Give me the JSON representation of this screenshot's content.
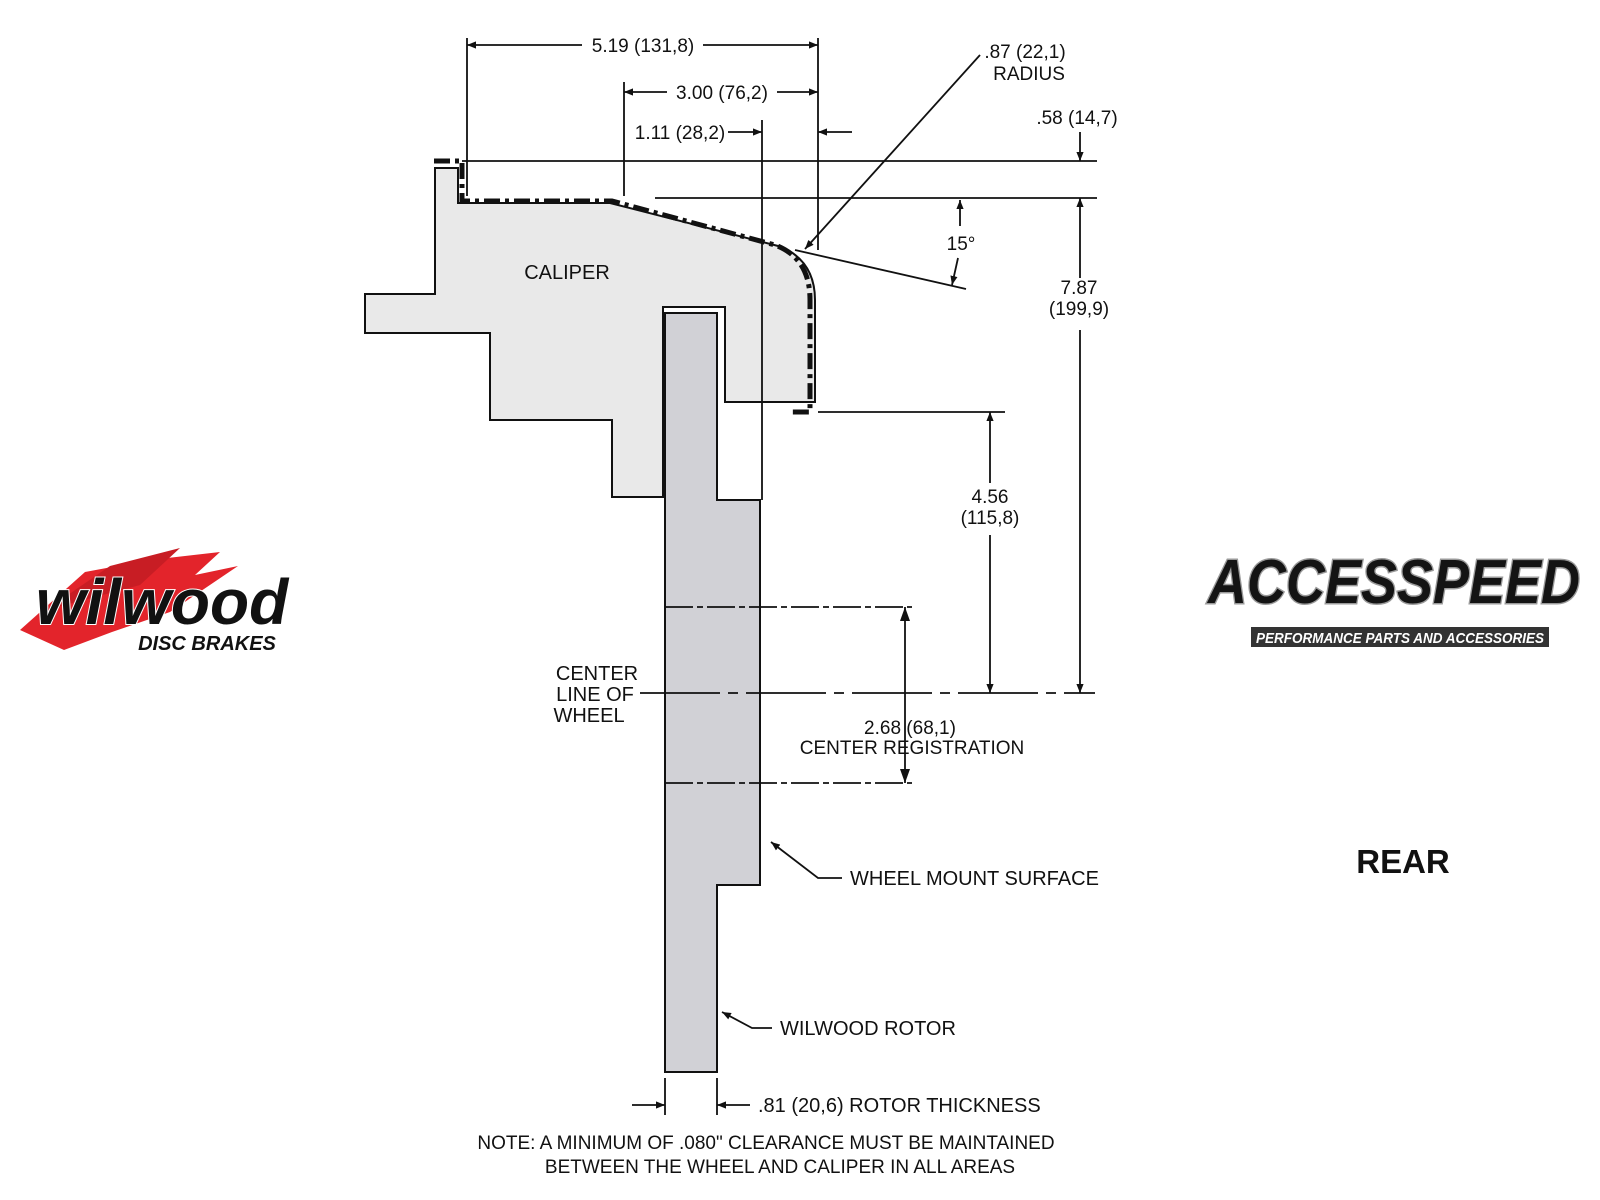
{
  "dimensions": {
    "overall_width": "5.19 (131,8)",
    "inner_width": "3.00 (76,2)",
    "offset": "1.11 (28,2)",
    "radius_value": ".87 (22,1)",
    "radius_label": "RADIUS",
    "top_clearance": ".58 (14,7)",
    "angle": "15°",
    "total_height_in": "7.87",
    "total_height_mm": "(199,9)",
    "lower_height_in": "4.56",
    "lower_height_mm": "(115,8)",
    "center_registration_value": "2.68 (68,1)",
    "center_registration_label": "CENTER REGISTRATION",
    "rotor_thickness": ".81 (20,6) ROTOR THICKNESS"
  },
  "labels": {
    "caliper": "CALIPER",
    "center_line_1": "CENTER",
    "center_line_2": "LINE OF",
    "center_line_3": "WHEEL",
    "wheel_mount_surface": "WHEEL MOUNT SURFACE",
    "wilwood_rotor": "WILWOOD ROTOR"
  },
  "note": {
    "line1": "NOTE: A MINIMUM OF .080\" CLEARANCE MUST BE MAINTAINED",
    "line2": "BETWEEN THE WHEEL AND CALIPER IN ALL AREAS"
  },
  "logos": {
    "wilwood_name": "wilwood",
    "wilwood_tagline": "DISC BRAKES",
    "accesspeed_name": "ACCESSPEED",
    "accesspeed_tagline": "PERFORMANCE PARTS AND ACCESSORIES"
  },
  "position_label": "REAR",
  "colors": {
    "caliper_fill": "#e9e9e9",
    "rotor_fill": "#d1d1d6",
    "line": "#111111",
    "wilwood_red": "#e3242b"
  }
}
